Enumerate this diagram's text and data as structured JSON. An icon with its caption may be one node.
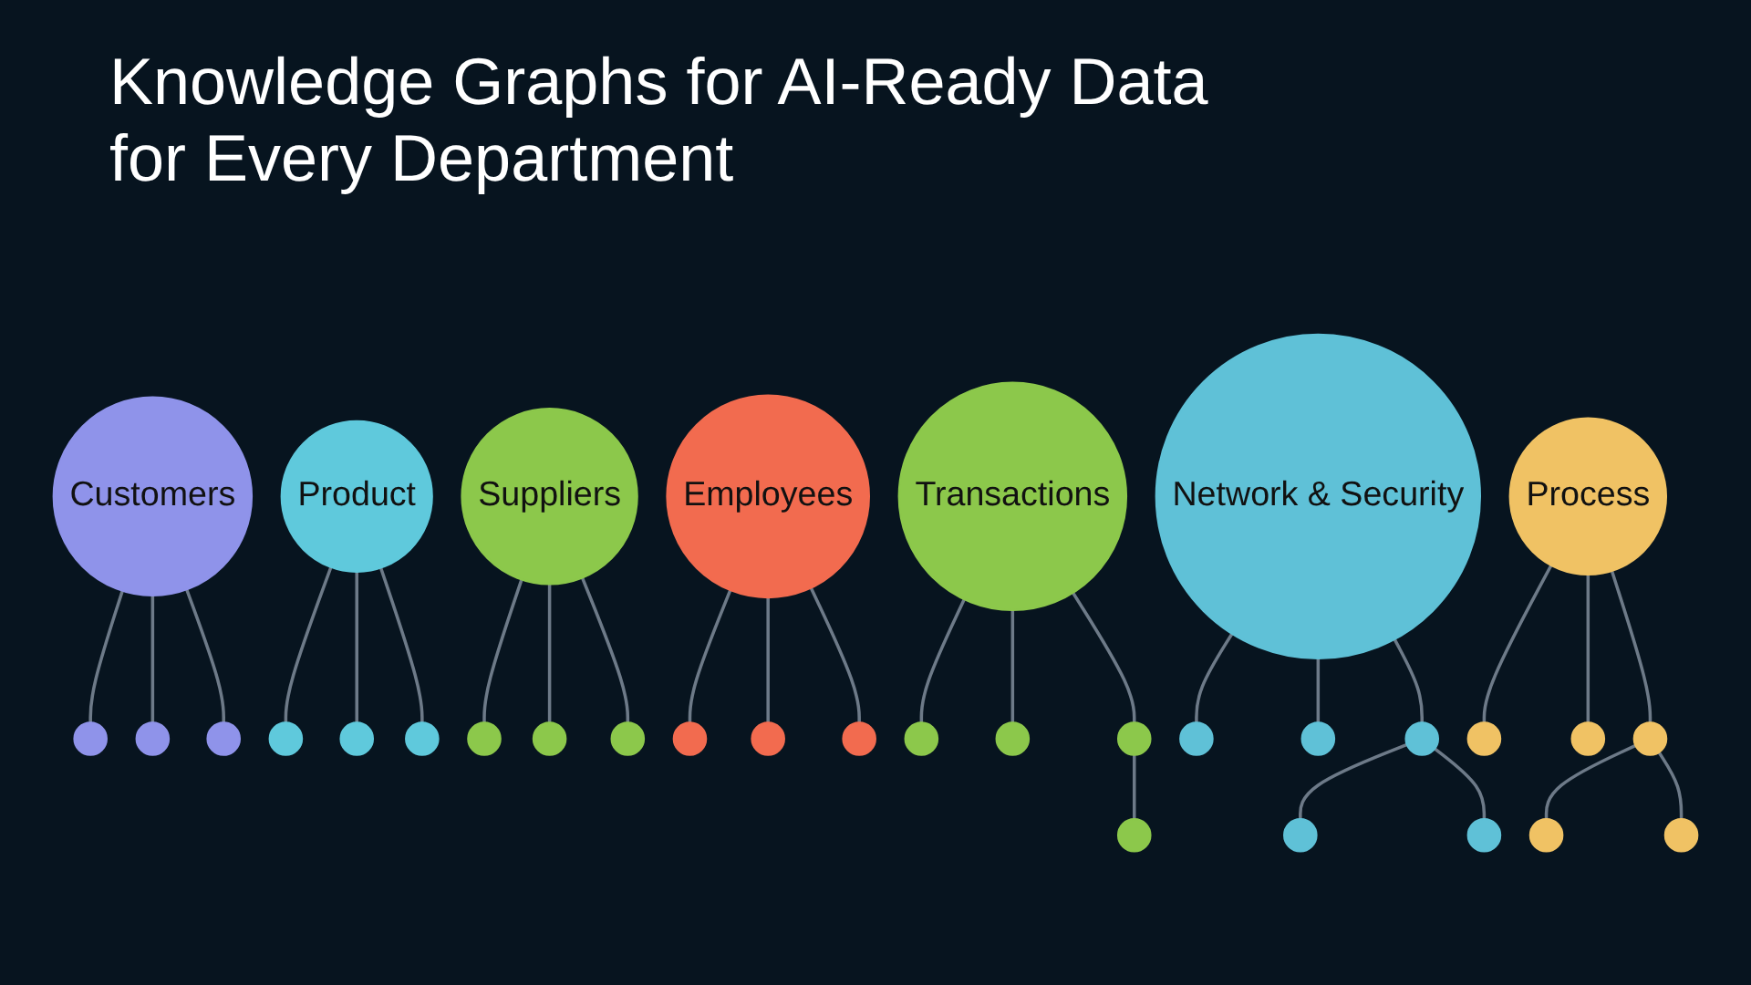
{
  "diagram": {
    "title": "Knowledge Graphs for AI-Ready Data for Every Department",
    "nodes": [
      {
        "text": [
          "Customers"
        ]
      },
      {
        "text": [],
        "shape": "circle"
      },
      {
        "text": [],
        "shape": "circle"
      },
      {
        "text": [],
        "shape": "circle"
      },
      {
        "text": [
          "Product"
        ]
      },
      {
        "text": [],
        "shape": "circle"
      },
      {
        "text": [],
        "shape": "circle"
      },
      {
        "text": [],
        "shape": "circle"
      },
      {
        "text": [
          "Suppliers"
        ]
      },
      {
        "text": [],
        "shape": "circle"
      },
      {
        "text": [],
        "shape": "circle"
      },
      {
        "text": [],
        "shape": "circle"
      },
      {
        "text": [
          "Employees"
        ]
      },
      {
        "text": [],
        "shape": "circle"
      },
      {
        "text": [],
        "shape": "circle"
      },
      {
        "text": [],
        "shape": "circle"
      },
      {
        "text": [
          "Transactions"
        ]
      },
      {
        "text": [],
        "shape": "circle"
      },
      {
        "text": [],
        "shape": "circle"
      },
      {
        "text": [],
        "shape": "circle"
      },
      {
        "text": [],
        "shape": "circle"
      },
      {
        "text": [
          "Network & Security"
        ]
      },
      {
        "text": [],
        "shape": "circle"
      },
      {
        "text": [],
        "shape": "circle"
      },
      {
        "text": [],
        "shape": "circle"
      },
      {
        "text": [],
        "shape": "circle"
      },
      {
        "text": [],
        "shape": "circle"
      },
      {
        "text": [
          "Process"
        ]
      },
      {
        "text": [],
        "shape": "circle"
      },
      {
        "text": [],
        "shape": "circle"
      },
      {
        "text": [],
        "shape": "circle"
      },
      {
        "text": [],
        "shape": "circle"
      },
      {
        "text": [],
        "shape": "circle"
      }
    ],
    "edges": [
      {
        "from": 0,
        "to": 1,
        "arrow": "none"
      },
      {
        "from": 0,
        "to": 2,
        "arrow": "none"
      },
      {
        "from": 0,
        "to": 3,
        "arrow": "none"
      },
      {
        "from": 4,
        "to": 5,
        "arrow": "none"
      },
      {
        "from": 4,
        "to": 6,
        "arrow": "none"
      },
      {
        "from": 4,
        "to": 7,
        "arrow": "none"
      },
      {
        "from": 8,
        "to": 9,
        "arrow": "none"
      },
      {
        "from": 8,
        "to": 10,
        "arrow": "none"
      },
      {
        "from": 8,
        "to": 11,
        "arrow": "none"
      },
      {
        "from": 12,
        "to": 13,
        "arrow": "none"
      },
      {
        "from": 12,
        "to": 14,
        "arrow": "none"
      },
      {
        "from": 12,
        "to": 15,
        "arrow": "none"
      },
      {
        "from": 16,
        "to": 17,
        "arrow": "none"
      },
      {
        "from": 16,
        "to": 18,
        "arrow": "none"
      },
      {
        "from": 16,
        "to": 19,
        "arrow": "none"
      },
      {
        "from": 19,
        "to": 20,
        "arrow": "none"
      },
      {
        "from": 21,
        "to": 22,
        "arrow": "none"
      },
      {
        "from": 21,
        "to": 23,
        "arrow": "none"
      },
      {
        "from": 21,
        "to": 24,
        "arrow": "none"
      },
      {
        "from": 24,
        "to": 25,
        "arrow": "none"
      },
      {
        "from": 24,
        "to": 26,
        "arrow": "none"
      },
      {
        "from": 27,
        "to": 28,
        "arrow": "none"
      },
      {
        "from": 27,
        "to": 29,
        "arrow": "none"
      },
      {
        "from": 27,
        "to": 30,
        "arrow": "none"
      },
      {
        "from": 30,
        "to": 31,
        "arrow": "none"
      },
      {
        "from": 30,
        "to": 32,
        "arrow": "none"
      }
    ]
  }
}
